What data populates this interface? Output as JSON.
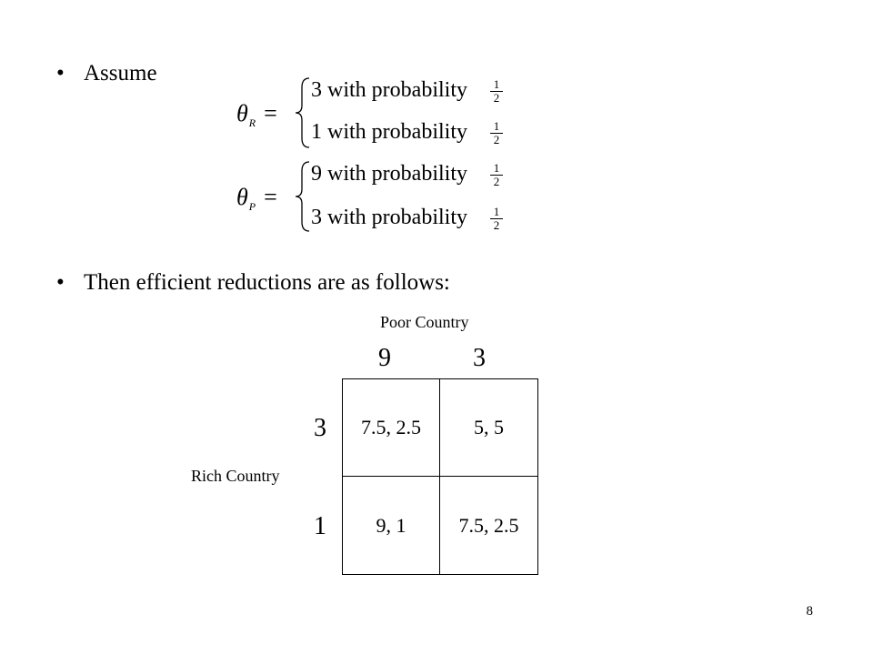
{
  "bullets": {
    "symbol": "•",
    "first": "Assume",
    "second": "Then efficient reductions are as follows:"
  },
  "theta_r": {
    "symbol": "θ",
    "subscript": "R",
    "equals": "=",
    "cases": [
      {
        "text": "3 with probability",
        "num": "1",
        "den": "2"
      },
      {
        "text": "1 with probability",
        "num": "1",
        "den": "2"
      }
    ]
  },
  "theta_p": {
    "symbol": "θ",
    "subscript": "P",
    "equals": "=",
    "cases": [
      {
        "text": "9 with probability",
        "num": "1",
        "den": "2"
      },
      {
        "text": "3 with probability",
        "num": "1",
        "den": "2"
      }
    ]
  },
  "matrix": {
    "column_player": "Poor Country",
    "row_player": "Rich Country",
    "columns": [
      "9",
      "3"
    ],
    "rows": [
      "3",
      "1"
    ],
    "cells": [
      [
        "7.5, 2.5",
        "5, 5"
      ],
      [
        "9, 1",
        "7.5, 2.5"
      ]
    ]
  },
  "page_number": "8"
}
